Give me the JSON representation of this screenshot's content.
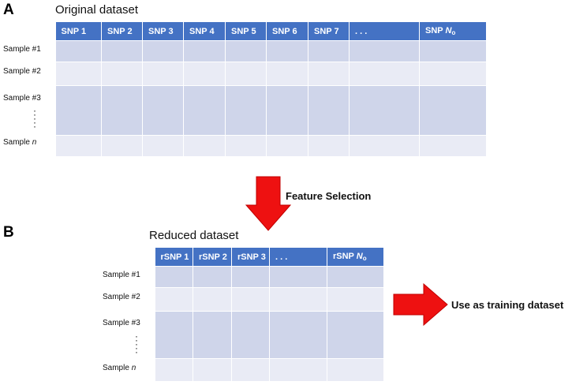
{
  "panel_a": {
    "letter": "A",
    "title": "Original dataset",
    "headers": [
      "SNP 1",
      "SNP 2",
      "SNP 3",
      "SNP 4",
      "SNP 5",
      "SNP 6",
      "SNP 7",
      ". . ."
    ],
    "last_header": {
      "base": "SNP ",
      "italic": "N",
      "subscript": "o"
    },
    "samples": [
      "Sample #1",
      "Sample #2",
      "Sample #3"
    ],
    "last_sample": {
      "base": "Sample ",
      "italic": "n"
    }
  },
  "arrow_down": {
    "label": "Feature Selection",
    "color": "#ee1111"
  },
  "panel_b": {
    "letter": "B",
    "title": "Reduced dataset",
    "headers": [
      "rSNP 1",
      "rSNP 2",
      "rSNP 3",
      ". . ."
    ],
    "last_header": {
      "base": "rSNP ",
      "italic": "N",
      "subscript": "o"
    },
    "samples": [
      "Sample #1",
      "Sample #2",
      "Sample #3"
    ],
    "last_sample": {
      "base": "Sample ",
      "italic": "n"
    }
  },
  "arrow_right": {
    "label": "Use as training dataset",
    "color": "#ee1111"
  },
  "colors": {
    "header": "#4472c4",
    "row_dark": "#cfd5ea",
    "row_light": "#e9ebf5"
  }
}
